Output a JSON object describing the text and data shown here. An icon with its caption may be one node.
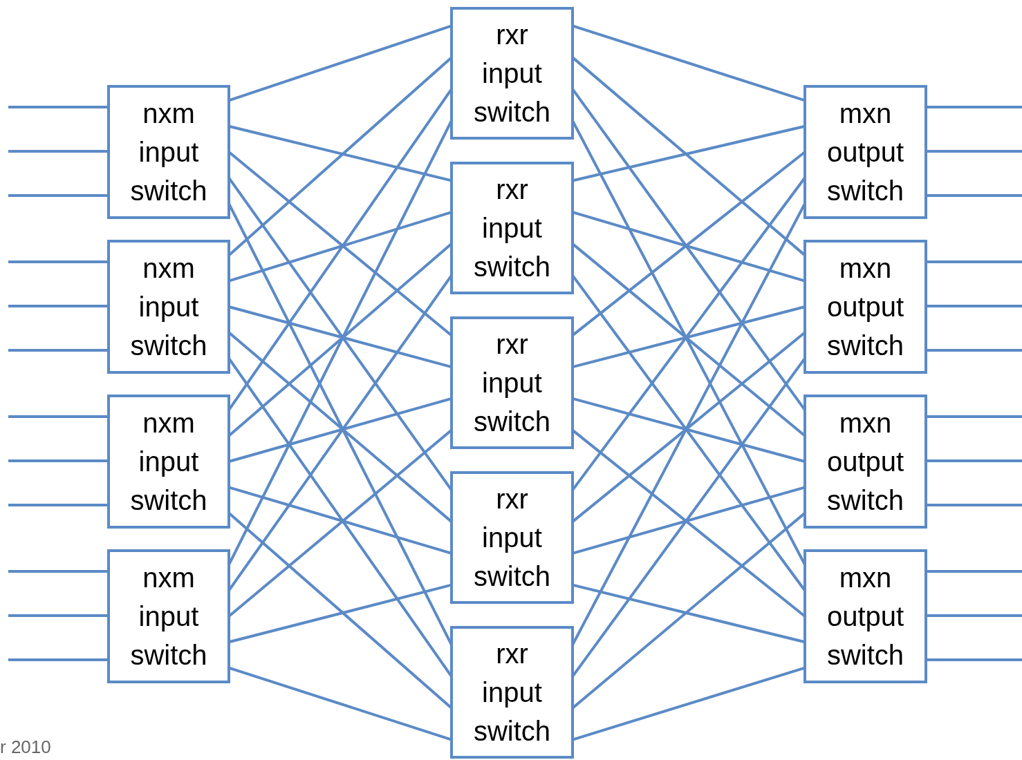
{
  "diagram": {
    "nodes": [
      {
        "text": [
          "nxm input switch"
        ]
      },
      {
        "text": [
          "nxm input switch"
        ]
      },
      {
        "text": [
          "nxm input switch"
        ]
      },
      {
        "text": [
          "nxm input switch"
        ]
      },
      {
        "text": [
          "rxr input switch"
        ]
      },
      {
        "text": [
          "rxr input switch"
        ]
      },
      {
        "text": [
          "rxr input switch"
        ]
      },
      {
        "text": [
          "rxr input switch"
        ]
      },
      {
        "text": [
          "rxr input switch"
        ]
      },
      {
        "text": [
          "mxn output switch"
        ]
      },
      {
        "text": [
          "mxn output switch"
        ]
      },
      {
        "text": [
          "mxn output switch"
        ]
      },
      {
        "text": [
          "mxn output switch"
        ]
      }
    ],
    "edges": [
      {
        "from": null,
        "to": 0,
        "arrow": "none"
      },
      {
        "from": null,
        "to": 0,
        "arrow": "none"
      },
      {
        "from": null,
        "to": 0,
        "arrow": "none"
      },
      {
        "from": null,
        "to": 1,
        "arrow": "none"
      },
      {
        "from": null,
        "to": 1,
        "arrow": "none"
      },
      {
        "from": null,
        "to": 1,
        "arrow": "none"
      },
      {
        "from": null,
        "to": 2,
        "arrow": "none"
      },
      {
        "from": null,
        "to": 2,
        "arrow": "none"
      },
      {
        "from": null,
        "to": 2,
        "arrow": "none"
      },
      {
        "from": null,
        "to": 3,
        "arrow": "none"
      },
      {
        "from": null,
        "to": 3,
        "arrow": "none"
      },
      {
        "from": null,
        "to": 3,
        "arrow": "none"
      },
      {
        "from": 0,
        "to": 4,
        "arrow": "none"
      },
      {
        "from": 0,
        "to": 5,
        "arrow": "none"
      },
      {
        "from": 0,
        "to": 6,
        "arrow": "none"
      },
      {
        "from": 0,
        "to": 7,
        "arrow": "none"
      },
      {
        "from": 0,
        "to": 8,
        "arrow": "none"
      },
      {
        "from": 1,
        "to": 4,
        "arrow": "none"
      },
      {
        "from": 1,
        "to": 5,
        "arrow": "none"
      },
      {
        "from": 1,
        "to": 6,
        "arrow": "none"
      },
      {
        "from": 1,
        "to": 7,
        "arrow": "none"
      },
      {
        "from": 1,
        "to": 8,
        "arrow": "none"
      },
      {
        "from": 2,
        "to": 4,
        "arrow": "none"
      },
      {
        "from": 2,
        "to": 5,
        "arrow": "none"
      },
      {
        "from": 2,
        "to": 6,
        "arrow": "none"
      },
      {
        "from": 2,
        "to": 7,
        "arrow": "none"
      },
      {
        "from": 2,
        "to": 8,
        "arrow": "none"
      },
      {
        "from": 3,
        "to": 4,
        "arrow": "none"
      },
      {
        "from": 3,
        "to": 5,
        "arrow": "none"
      },
      {
        "from": 3,
        "to": 6,
        "arrow": "none"
      },
      {
        "from": 3,
        "to": 7,
        "arrow": "none"
      },
      {
        "from": 3,
        "to": 8,
        "arrow": "none"
      },
      {
        "from": 4,
        "to": 9,
        "arrow": "none"
      },
      {
        "from": 4,
        "to": 10,
        "arrow": "none"
      },
      {
        "from": 4,
        "to": 11,
        "arrow": "none"
      },
      {
        "from": 4,
        "to": 12,
        "arrow": "none"
      },
      {
        "from": 5,
        "to": 9,
        "arrow": "none"
      },
      {
        "from": 5,
        "to": 10,
        "arrow": "none"
      },
      {
        "from": 5,
        "to": 11,
        "arrow": "none"
      },
      {
        "from": 5,
        "to": 12,
        "arrow": "none"
      },
      {
        "from": 6,
        "to": 9,
        "arrow": "none"
      },
      {
        "from": 6,
        "to": 10,
        "arrow": "none"
      },
      {
        "from": 6,
        "to": 11,
        "arrow": "none"
      },
      {
        "from": 6,
        "to": 12,
        "arrow": "none"
      },
      {
        "from": 7,
        "to": 9,
        "arrow": "none"
      },
      {
        "from": 7,
        "to": 10,
        "arrow": "none"
      },
      {
        "from": 7,
        "to": 11,
        "arrow": "none"
      },
      {
        "from": 7,
        "to": 12,
        "arrow": "none"
      },
      {
        "from": 8,
        "to": 9,
        "arrow": "none"
      },
      {
        "from": 8,
        "to": 10,
        "arrow": "none"
      },
      {
        "from": 8,
        "to": 11,
        "arrow": "none"
      },
      {
        "from": 8,
        "to": 12,
        "arrow": "none"
      },
      {
        "from": 9,
        "to": null,
        "arrow": "none"
      },
      {
        "from": 9,
        "to": null,
        "arrow": "none"
      },
      {
        "from": 9,
        "to": null,
        "arrow": "none"
      },
      {
        "from": 10,
        "to": null,
        "arrow": "none"
      },
      {
        "from": 10,
        "to": null,
        "arrow": "none"
      },
      {
        "from": 10,
        "to": null,
        "arrow": "none"
      },
      {
        "from": 11,
        "to": null,
        "arrow": "none"
      },
      {
        "from": 11,
        "to": null,
        "arrow": "none"
      },
      {
        "from": 11,
        "to": null,
        "arrow": "none"
      },
      {
        "from": 12,
        "to": null,
        "arrow": "none"
      },
      {
        "from": 12,
        "to": null,
        "arrow": "none"
      },
      {
        "from": 12,
        "to": null,
        "arrow": "none"
      }
    ],
    "labels": [
      "r 2010"
    ]
  }
}
